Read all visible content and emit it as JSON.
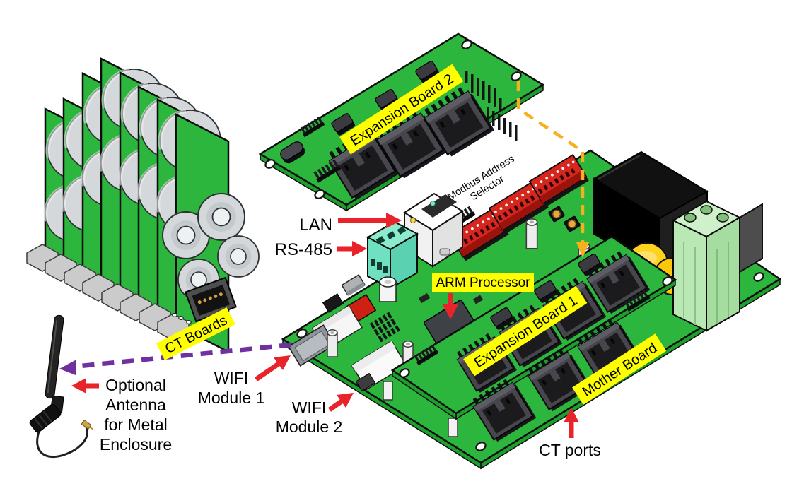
{
  "diagram": {
    "labels": {
      "expansion_board_2": "Expansion Board 2",
      "modbus_selector_line1": "Modbus Address",
      "modbus_selector_line2": "Selector",
      "lan": "LAN",
      "rs_485": "RS-485",
      "arm_processor": "ARM Processor",
      "expansion_board_1": "Expansion Board 1",
      "mother_board": "Mother Board",
      "ct_ports": "CT ports",
      "wifi_module_1_line1": "WIFI",
      "wifi_module_1_line2": "Module 1",
      "wifi_module_2_line1": "WIFI",
      "wifi_module_2_line2": "Module 2",
      "ct_boards": "CT Boards",
      "antenna_note_line1": "Optional",
      "antenna_note_line2": "Antenna",
      "antenna_note_line3": "for Metal",
      "antenna_note_line4": "Enclosure"
    },
    "colors": {
      "pcb_green": "#2db63d",
      "pcb_edge": "#1d9e2d",
      "highlight_yellow": "#ffff00",
      "arrow_red": "#e8232a",
      "dash_purple": "#7030a0",
      "dash_orange": "#f5b01e",
      "rs485_teal": "#6fe0c2",
      "terminal_green": "#b9e8b4",
      "dip_red": "#d6261d",
      "toroid_gray": "#d4d8db"
    }
  }
}
